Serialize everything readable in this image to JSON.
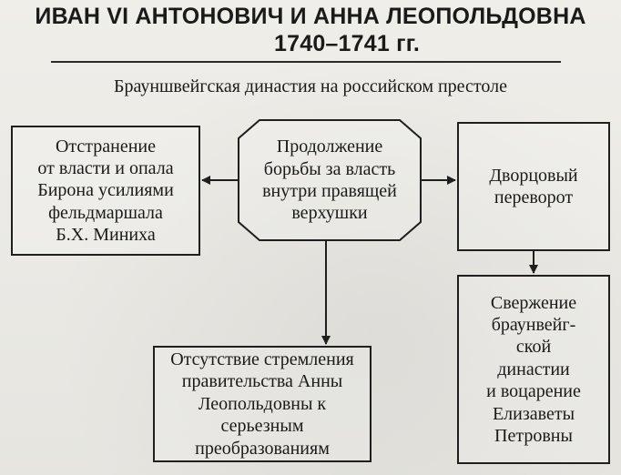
{
  "header": {
    "title_line1": "ИВАН VI АНТОНОВИЧ И АННА ЛЕОПОЛЬДОВНА",
    "title_line2": "1740–1741 гг."
  },
  "subtitle": "Брауншвейгская династия на российском престоле",
  "nodes": {
    "center": "Продолжение\nборьбы за власть\nвнутри правящей\nверхушки",
    "left": "Отстранение\nот власти и опала\nБирона усилиями\nфельдмаршала\nБ.Х. Миниха",
    "right_top": "Дворцовый\nпереворот",
    "right_bottom": "Свержение\nбраунвейг-\nской\nдинастии\nи воцарение\nЕлизаветы\nПетровны",
    "bottom": "Отсутствие стремления\nправительства Анны\nЛеопольдовны к серьезным\nпреобразованиям"
  },
  "colors": {
    "ink": "#1f1f1f",
    "paper": "#e9e8e3"
  }
}
